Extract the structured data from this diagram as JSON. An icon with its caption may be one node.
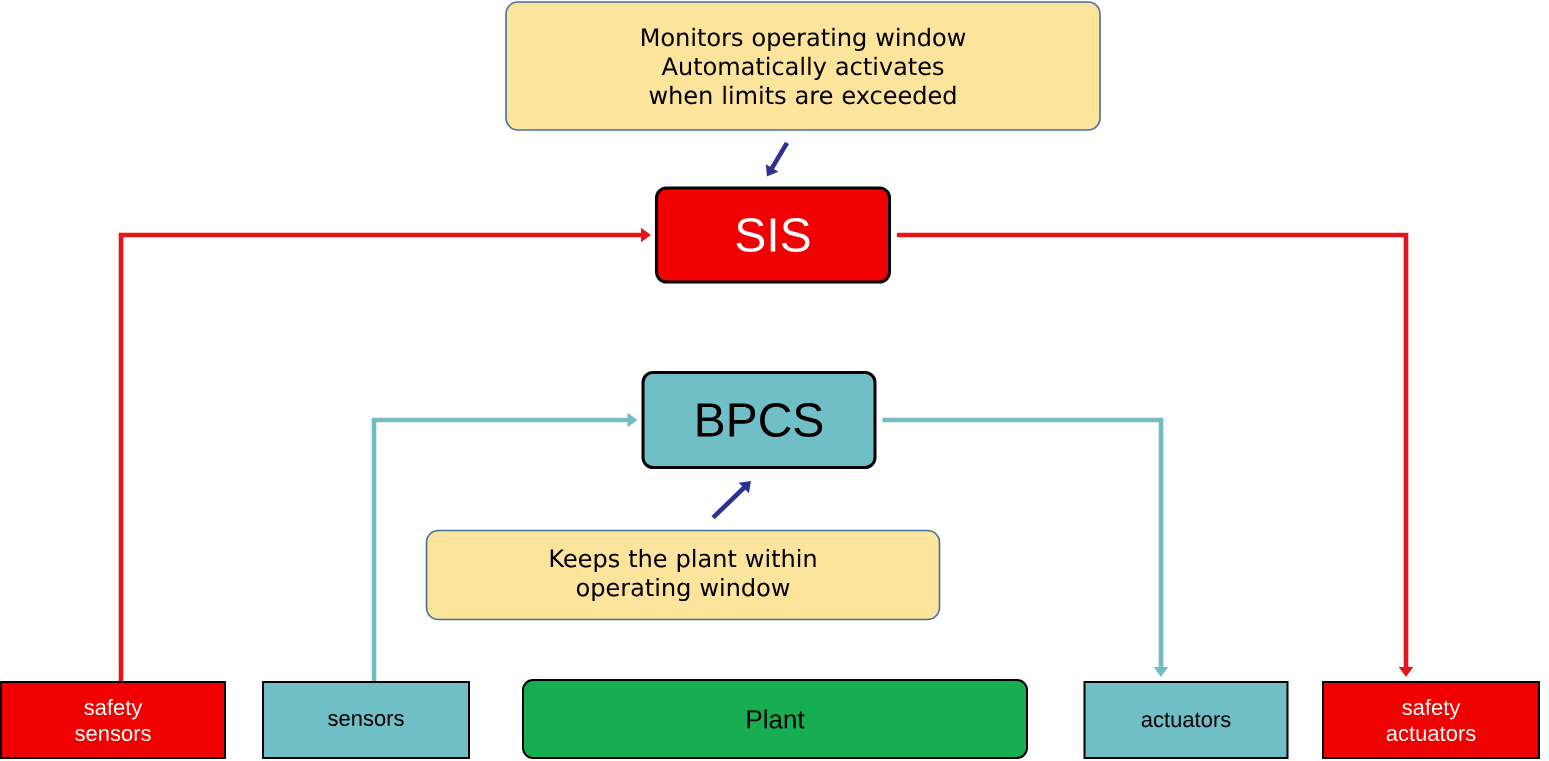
{
  "diagram": {
    "nodes": [
      {
        "text": [
          "Monitors operating window",
          "Automatically activates when limits are exceeded"
        ]
      },
      {
        "text": [
          "SIS"
        ]
      },
      {
        "text": [
          "BPCS"
        ]
      },
      {
        "text": [
          "Keeps the plant within operating window"
        ]
      },
      {
        "text": [
          "safety sensors"
        ]
      },
      {
        "text": [
          "sensors"
        ]
      },
      {
        "text": [
          "Plant"
        ]
      },
      {
        "text": [
          "actuators"
        ]
      },
      {
        "text": [
          "safety actuators"
        ]
      }
    ],
    "edges": [
      {
        "from": 0,
        "to": 1,
        "arrow": "to",
        "color": "#2e3192"
      },
      {
        "from": 4,
        "to": 1,
        "arrow": "to",
        "color": "#e8141c"
      },
      {
        "from": 1,
        "to": 8,
        "arrow": "to",
        "color": "#e8141c"
      },
      {
        "from": 5,
        "to": 2,
        "arrow": "to",
        "color": "#72bcc2"
      },
      {
        "from": 2,
        "to": 7,
        "arrow": "to",
        "color": "#72bcc2"
      },
      {
        "from": 3,
        "to": 2,
        "arrow": "to",
        "color": "#2e3192"
      }
    ]
  }
}
